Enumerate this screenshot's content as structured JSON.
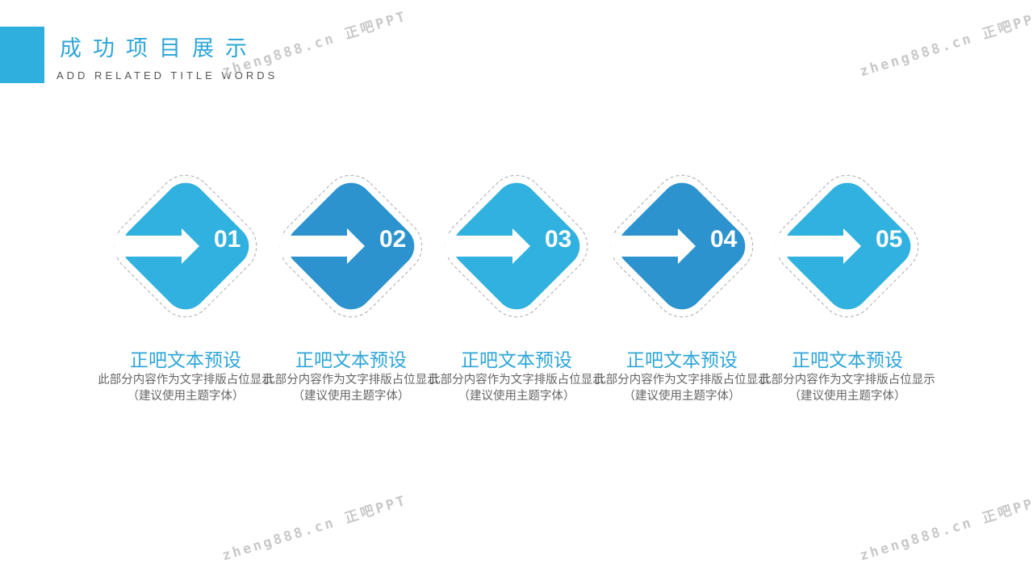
{
  "header": {
    "title": "成功项目展示",
    "subtitle": "ADD RELATED TITLE WORDS"
  },
  "colors": {
    "light": "#31B1DF",
    "dark": "#2C93CE"
  },
  "steps": [
    {
      "number": "01",
      "title": "正吧文本预设",
      "desc": "此部分内容作为文字排版占位显示",
      "note": "（建议使用主题字体）",
      "shade": "light"
    },
    {
      "number": "02",
      "title": "正吧文本预设",
      "desc": "此部分内容作为文字排版占位显示",
      "note": "（建议使用主题字体）",
      "shade": "dark"
    },
    {
      "number": "03",
      "title": "正吧文本预设",
      "desc": "此部分内容作为文字排版占位显示",
      "note": "（建议使用主题字体）",
      "shade": "light"
    },
    {
      "number": "04",
      "title": "正吧文本预设",
      "desc": "此部分内容作为文字排版占位显示",
      "note": "（建议使用主题字体）",
      "shade": "dark"
    },
    {
      "number": "05",
      "title": "正吧文本预设",
      "desc": "此部分内容作为文字排版占位显示",
      "note": "（建议使用主题字体）",
      "shade": "light"
    }
  ],
  "watermark": "zheng888.cn 正吧PPT"
}
